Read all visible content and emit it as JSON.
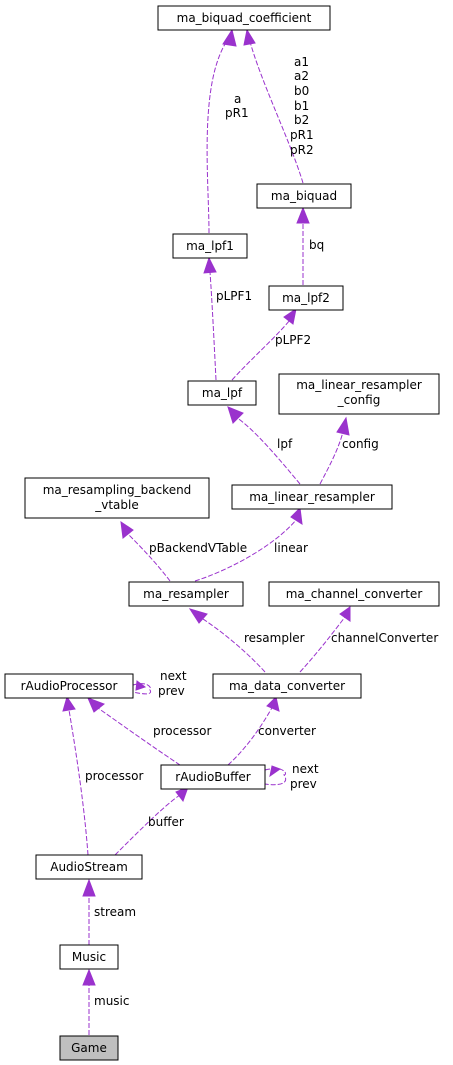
{
  "nodes": {
    "ma_biquad_coefficient": "ma_biquad_coefficient",
    "ma_biquad": "ma_biquad",
    "ma_lpf1": "ma_lpf1",
    "ma_lpf2": "ma_lpf2",
    "ma_lpf": "ma_lpf",
    "ma_linear_resampler_config_1": "ma_linear_resampler",
    "ma_linear_resampler_config_2": "_config",
    "ma_resampling_backend_vtable_1": "ma_resampling_backend",
    "ma_resampling_backend_vtable_2": "_vtable",
    "ma_linear_resampler": "ma_linear_resampler",
    "ma_resampler": "ma_resampler",
    "ma_channel_converter": "ma_channel_converter",
    "rAudioProcessor": "rAudioProcessor",
    "ma_data_converter": "ma_data_converter",
    "rAudioBuffer": "rAudioBuffer",
    "AudioStream": "AudioStream",
    "Music": "Music",
    "Game": "Game"
  },
  "edge_labels": {
    "lpf1_coef": [
      "a",
      "pR1"
    ],
    "biquad_coef": [
      "a1",
      "a2",
      "b0",
      "b1",
      "b2",
      "pR1",
      "pR2"
    ],
    "lpf2_biquad": [
      "bq"
    ],
    "lpf_lpf1": [
      "pLPF1"
    ],
    "lpf_lpf2": [
      "pLPF2"
    ],
    "linres_lpf": [
      "lpf"
    ],
    "linres_config": [
      "config"
    ],
    "resampler_vtable": [
      "pBackendVTable"
    ],
    "resampler_linres": [
      "linear"
    ],
    "dataconv_resampler": [
      "resampler"
    ],
    "dataconv_channel": [
      "channelConverter"
    ],
    "proc_self": [
      "next",
      "prev"
    ],
    "buffer_proc": [
      "processor"
    ],
    "buffer_dataconv": [
      "converter"
    ],
    "buffer_self": [
      "next",
      "prev"
    ],
    "stream_proc": [
      "processor"
    ],
    "stream_buffer": [
      "buffer"
    ],
    "music_stream": [
      "stream"
    ],
    "game_music": [
      "music"
    ]
  }
}
